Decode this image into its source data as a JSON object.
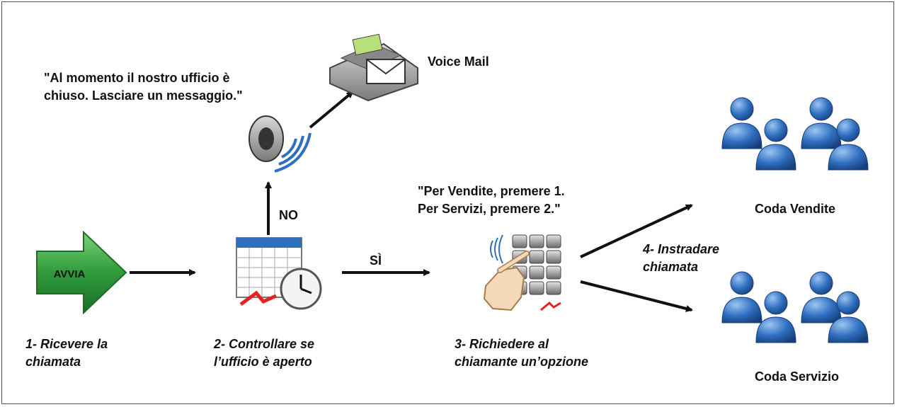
{
  "start_label": "AVVIA",
  "steps": [
    {
      "line1": "1- Ricevere la",
      "line2": "chiamata"
    },
    {
      "line1": "2- Controllare se",
      "line2": "l’ufficio è aperto"
    },
    {
      "line1": "3- Richiedere al",
      "line2": "chiamante un’opzione"
    },
    {
      "line1": "4- Instradare",
      "line2": "chiamata"
    }
  ],
  "closed_message": {
    "line1": "\"Al momento il nostro ufficio è",
    "line2": "chiuso. Lasciare un messaggio.\""
  },
  "menu_message": {
    "line1": "\"Per Vendite, premere 1.",
    "line2": "Per Servizi, premere 2.\""
  },
  "voicemail_label": "Voice Mail",
  "branch_no": "NO",
  "branch_yes": "SÌ",
  "queue_sales": "Coda Vendite",
  "queue_service": "Coda Servizio",
  "colors": {
    "start_green": "#2e9b3a",
    "person_blue": "#2f6fc0",
    "alert_red": "#e52222"
  }
}
